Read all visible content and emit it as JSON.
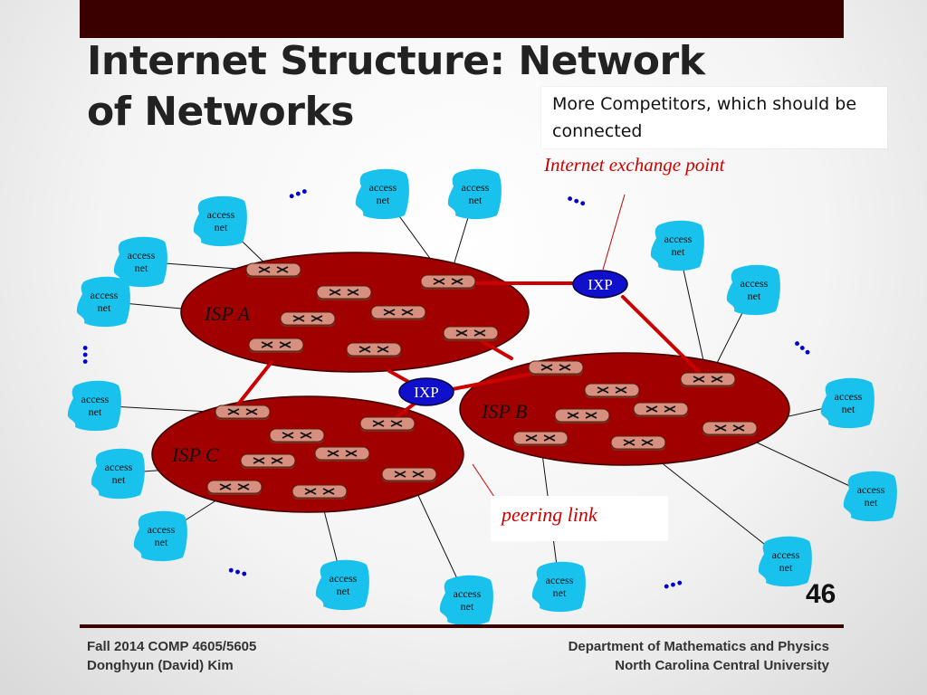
{
  "title": "Internet Structure: Network of Networks",
  "callout": "More Competitors, which should be connected",
  "ixp_callout": "Internet exchange point",
  "peering_callout": "peering link",
  "slide_number": "46",
  "footer": {
    "left_line1": "Fall 2014 COMP 4605/5605",
    "left_line2": "Donghyun (David) Kim",
    "right_line1": "Department of Mathematics and Physics",
    "right_line2": "North Carolina Central University"
  },
  "diagram": {
    "isps": [
      "ISP A",
      "ISP B",
      "ISP C"
    ],
    "ixp_label": "IXP",
    "access_net_line1": "access",
    "access_net_line2": "net",
    "ellipsis": "...",
    "colors": {
      "isp_fill": "#a00000",
      "link": "#cc0000",
      "access_fill": "#19c2ec",
      "ixp_fill": "#1010cc",
      "router": "#d79080",
      "ellipsis": "#0000cc"
    }
  }
}
